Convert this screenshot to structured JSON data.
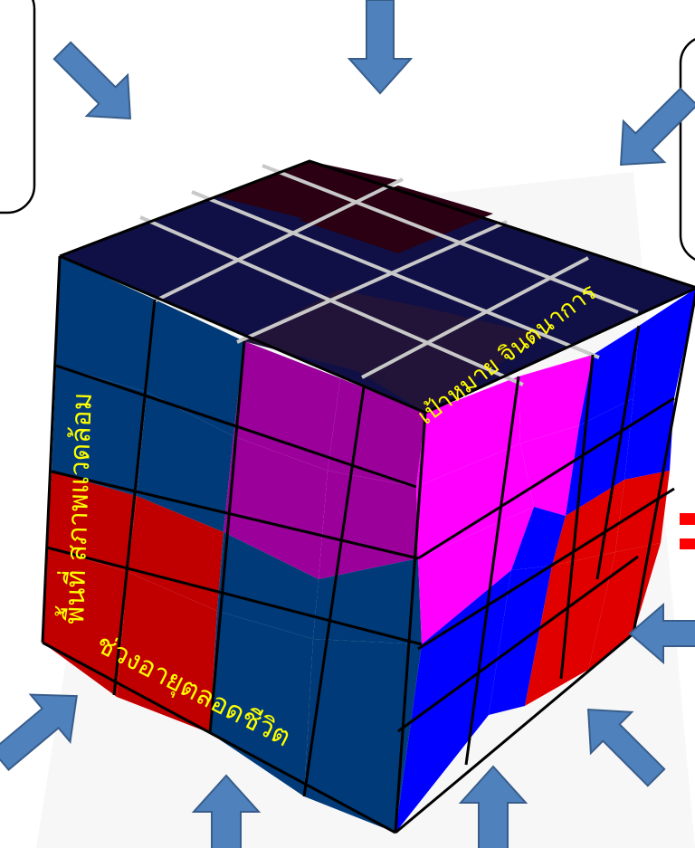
{
  "diagram": {
    "labels": {
      "top_face": "เป้าหมาย จินตนาการ",
      "left_edge": "พื้นที่ สภาพแวดล้อม",
      "bottom_edge": "ช่วงอายุตลอดชีวิต"
    },
    "colors": {
      "arrow_fill": "#4f81bd",
      "arrow_stroke": "#385d8a",
      "label_text": "#ffff00",
      "grid_line": "#c8c8c8",
      "navy": "#003a78",
      "red": "#c00000",
      "purple": "#9b009b",
      "magenta": "#ff00ff",
      "blue": "#0000ff",
      "bright_red": "#e00000",
      "dark_top": "#1a1240",
      "maroon_top": "#2a0012",
      "accent_red": "#ff0000"
    },
    "arrows": [
      {
        "name": "arrow-top-left",
        "direction": "down-right"
      },
      {
        "name": "arrow-top-center",
        "direction": "down"
      },
      {
        "name": "arrow-top-right",
        "direction": "down-left"
      },
      {
        "name": "arrow-right-middle",
        "direction": "left"
      },
      {
        "name": "arrow-right-lower",
        "direction": "up-left"
      },
      {
        "name": "arrow-bottom-right",
        "direction": "up"
      },
      {
        "name": "arrow-bottom-center",
        "direction": "up"
      },
      {
        "name": "arrow-bottom-left",
        "direction": "up-right"
      }
    ]
  }
}
